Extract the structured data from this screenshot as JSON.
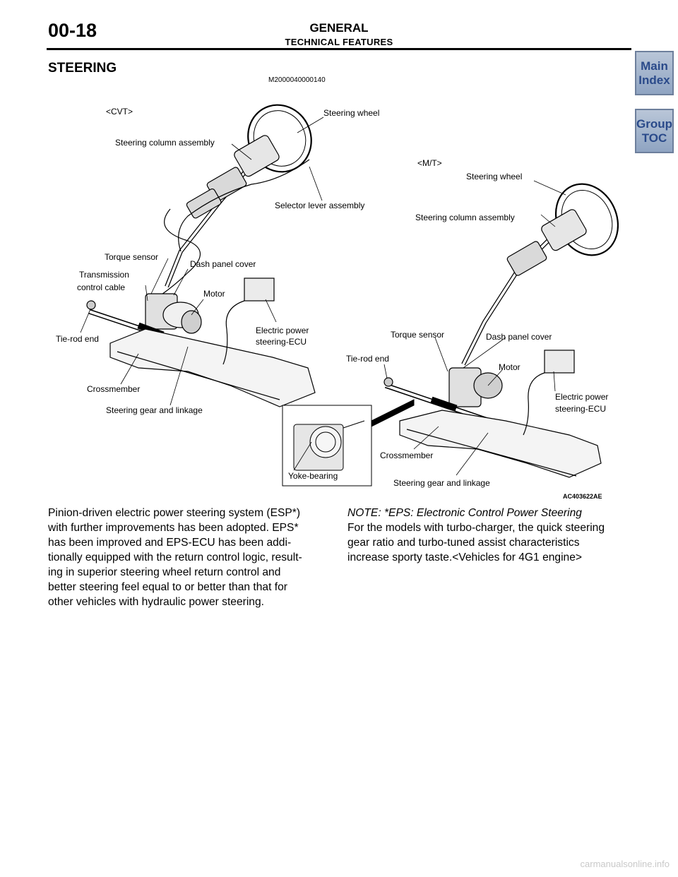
{
  "header": {
    "page_number": "00-18",
    "title": "GENERAL",
    "subtitle": "TECHNICAL FEATURES"
  },
  "nav": {
    "main_index_line1": "Main",
    "main_index_line2": "Index",
    "group_toc_line1": "Group",
    "group_toc_line2": "TOC"
  },
  "section": {
    "title": "STEERING",
    "code": "M2000040000140"
  },
  "figure": {
    "cvt_label": "<CVT>",
    "mt_label": "<M/T>",
    "figure_id": "AC403622AE",
    "cvt": {
      "steering_wheel": "Steering wheel",
      "steering_column": "Steering column assembly",
      "selector_lever": "Selector lever assembly",
      "torque_sensor": "Torque sensor",
      "transmission_cable_1": "Transmission",
      "transmission_cable_2": "control cable",
      "dash_panel_cover": "Dash panel cover",
      "motor": "Motor",
      "ecu_1": "Electric power",
      "ecu_2": "steering-ECU",
      "tie_rod_end": "Tie-rod end",
      "crossmember": "Crossmember",
      "gear_linkage": "Steering gear and linkage"
    },
    "mt": {
      "steering_wheel": "Steering wheel",
      "steering_column": "Steering column assembly",
      "torque_sensor": "Torque sensor",
      "dash_panel_cover": "Dash panel cover",
      "tie_rod_end": "Tie-rod end",
      "motor": "Motor",
      "ecu_1": "Electric power",
      "ecu_2": "steering-ECU",
      "crossmember": "Crossmember",
      "gear_linkage": "Steering gear and linkage",
      "yoke_bearing": "Yoke-bearing"
    }
  },
  "body": {
    "left_lines": [
      "Pinion-driven electric power steering system (ESP*)",
      "with further improvements has been adopted. EPS*",
      "has been improved and EPS-ECU has been addi-",
      "tionally equipped with the return control logic, result-",
      "ing in superior steering wheel return control and",
      "better steering feel equal to or better than that for",
      "other vehicles with hydraulic power steering."
    ],
    "note": "NOTE: *EPS: Electronic Control Power Steering",
    "right_lines": [
      "For the models with turbo-charger, the quick steering",
      "gear ratio and turbo-tuned assist characteristics",
      "increase sporty taste.<Vehicles for 4G1 engine>"
    ]
  },
  "footer": {
    "watermark": "carmanualsonline.info"
  }
}
